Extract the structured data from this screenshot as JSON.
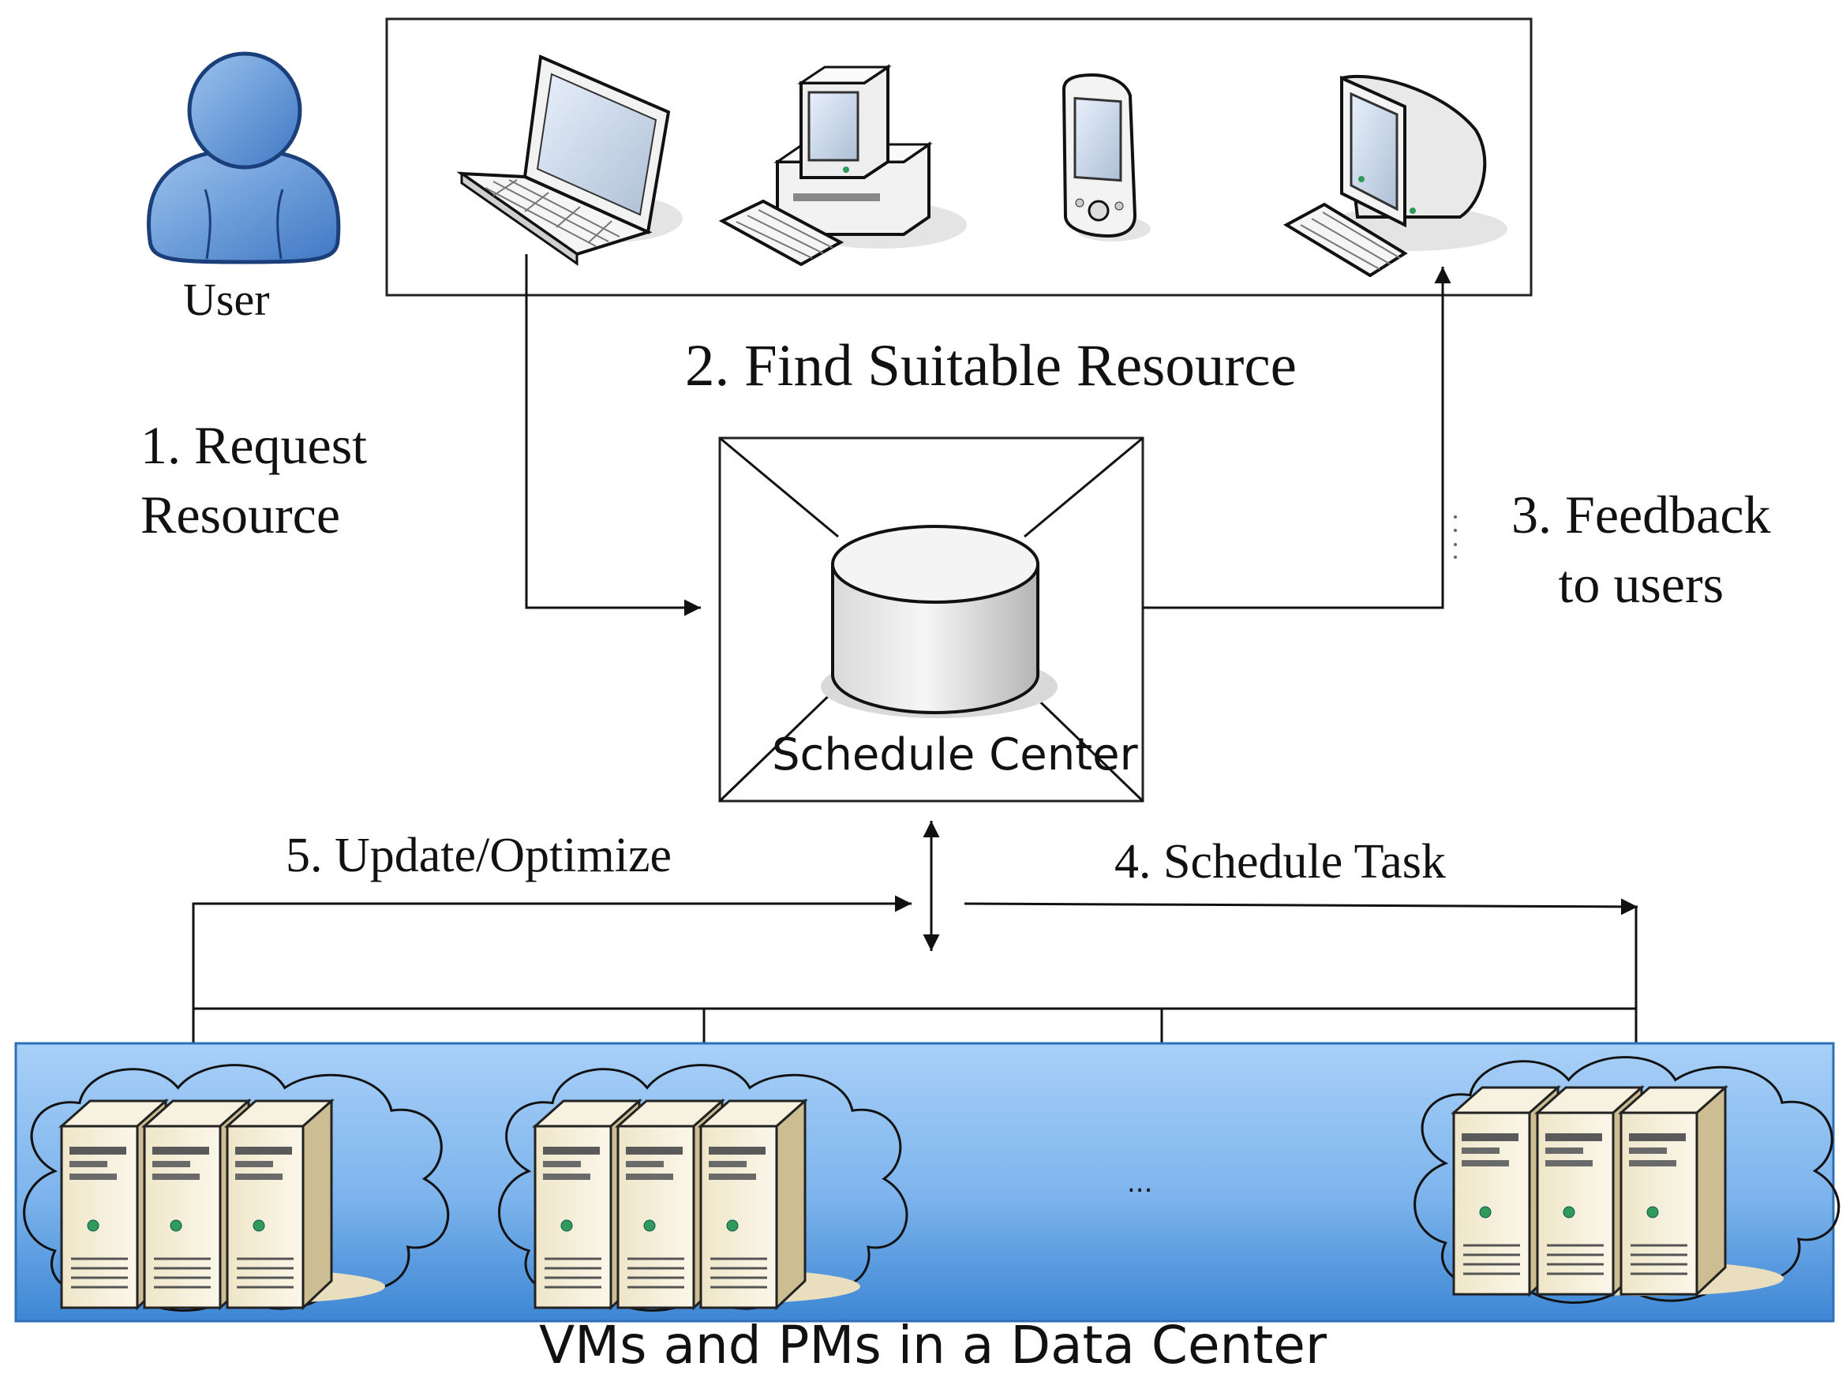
{
  "user": {
    "label": "User"
  },
  "steps": {
    "request": [
      "1. Request",
      "Resource"
    ],
    "find": "2. Find Suitable Resource",
    "feedback": [
      "3. Feedback",
      "to users"
    ],
    "schedule": "4. Schedule Task",
    "update": "5. Update/Optimize"
  },
  "center": {
    "label": "Schedule Center"
  },
  "devices": [
    "laptop-icon",
    "desktop-pc-icon",
    "pda-icon",
    "crt-monitor-icon"
  ],
  "datacenter": {
    "label": "VMs and PMs in a Data Center",
    "ellipsis": "...",
    "band_color": "#8ebfef",
    "server_groups": 3,
    "servers_per_group": 3
  },
  "colors": {
    "line": "#111111",
    "band_top": "#a4cdf7",
    "band_bottom": "#3f88d6",
    "server_face": "#f4eedc",
    "server_side": "#c9b98e",
    "led": "#2f9a5a"
  }
}
